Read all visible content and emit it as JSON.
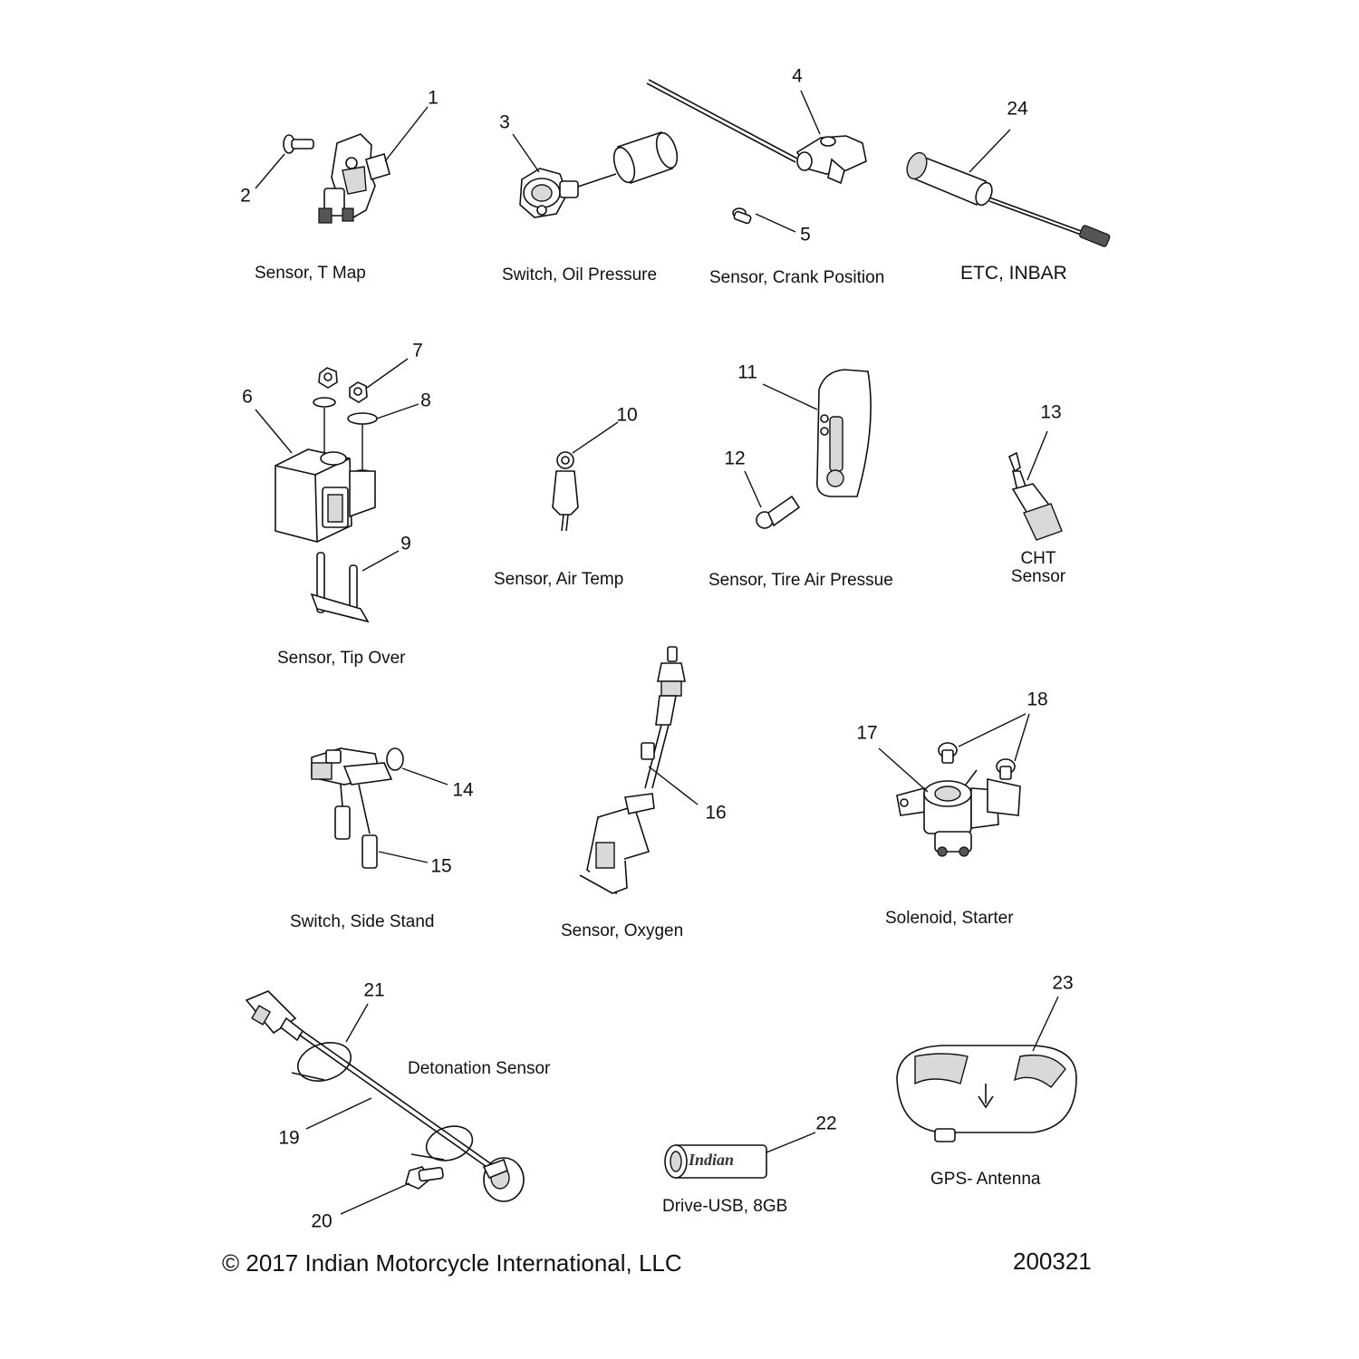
{
  "captions": {
    "t_map": "Sensor, T Map",
    "oil_pressure": "Switch, Oil Pressure",
    "crank_position": "Sensor, Crank Position",
    "etc_inbar": "ETC, INBAR",
    "tip_over": "Sensor, Tip Over",
    "air_temp": "Sensor, Air Temp",
    "tire_air": "Sensor, Tire Air Pressue",
    "cht_line1": "CHT",
    "cht_line2": "Sensor",
    "side_stand": "Switch, Side Stand",
    "oxygen": "Sensor, Oxygen",
    "solenoid": "Solenoid, Starter",
    "detonation": "Detonation Sensor",
    "usb": "Drive-USB, 8GB",
    "gps": "GPS- Antenna"
  },
  "callouts": [
    "1",
    "2",
    "3",
    "4",
    "5",
    "6",
    "7",
    "8",
    "9",
    "10",
    "11",
    "12",
    "13",
    "14",
    "15",
    "16",
    "17",
    "18",
    "19",
    "20",
    "21",
    "22",
    "23",
    "24"
  ],
  "footer": {
    "copyright": "© 2017 Indian Motorcycle International, LLC",
    "diagram_id": "200321"
  },
  "logo_text": "Indian"
}
